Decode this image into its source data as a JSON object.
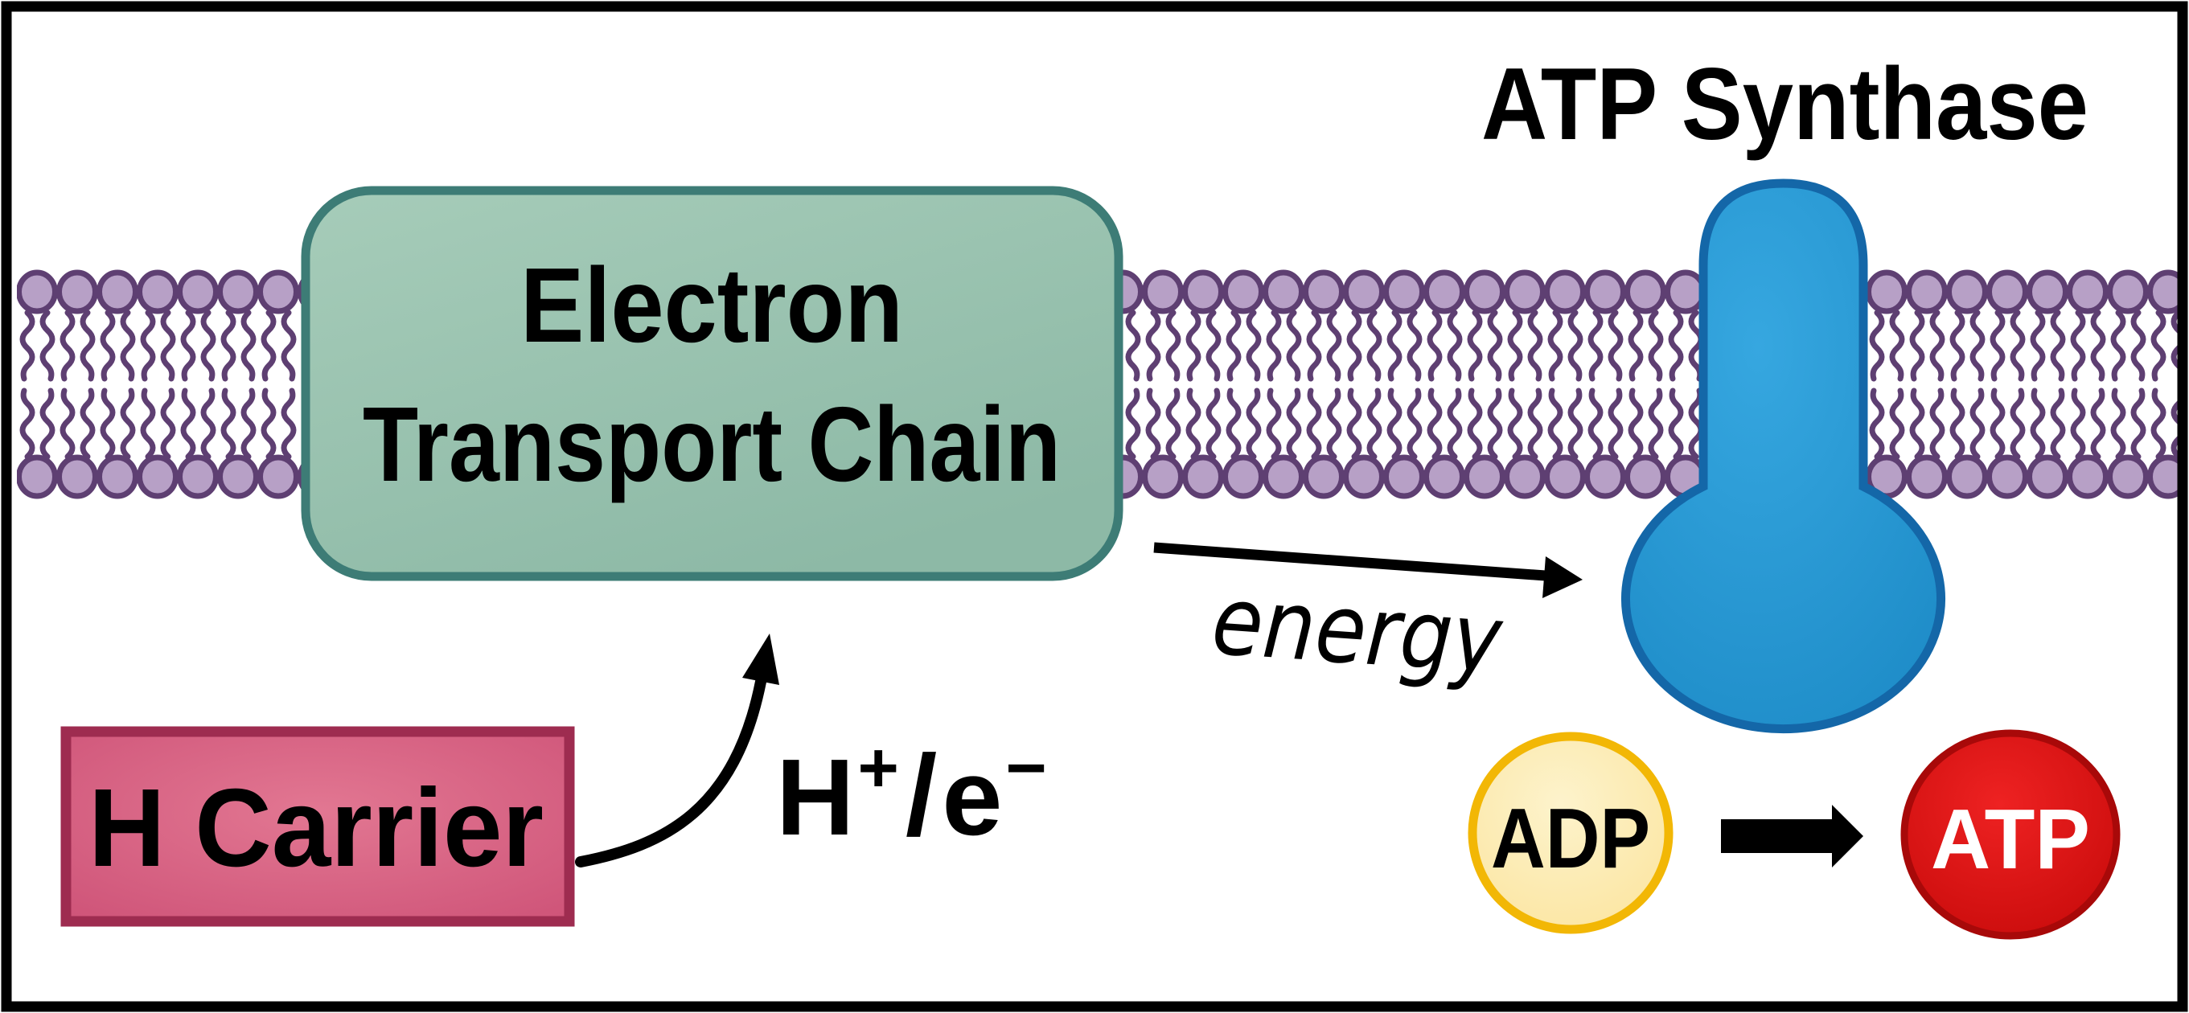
{
  "diagram": {
    "title": "ATP Synthase",
    "etc_box": {
      "line1": "Electron",
      "line2": "Transport Chain"
    },
    "h_carrier": {
      "label": "H Carrier"
    },
    "energy_label": "energy",
    "ion_label": {
      "h": "H",
      "plus": "+",
      "slash": "/",
      "e": "e",
      "minus": "−"
    },
    "adp_label": "ADP",
    "atp_label": "ATP"
  },
  "palette": {
    "background": "#ffffff",
    "frame_border": "#000000",
    "membrane_head_fill": "#b7a0c6",
    "membrane_outline": "#5e3f72",
    "etc_fill_light": "#a6ccb9",
    "etc_fill_dark": "#8db9a6",
    "etc_border": "#3d7c76",
    "synthase_fill_light": "#36a7e0",
    "synthase_fill_dark": "#1b89c5",
    "synthase_border": "#1467a8",
    "h_carrier_fill_light": "#e27792",
    "h_carrier_fill_dark": "#cc4f75",
    "h_carrier_border": "#9e2c50",
    "adp_fill_light": "#fdf3cc",
    "adp_fill_dark": "#fbe39a",
    "adp_border": "#f2b705",
    "atp_fill_light": "#ee2222",
    "atp_fill_dark": "#c40808",
    "atp_border": "#a80909",
    "arrow_color": "#000000"
  }
}
